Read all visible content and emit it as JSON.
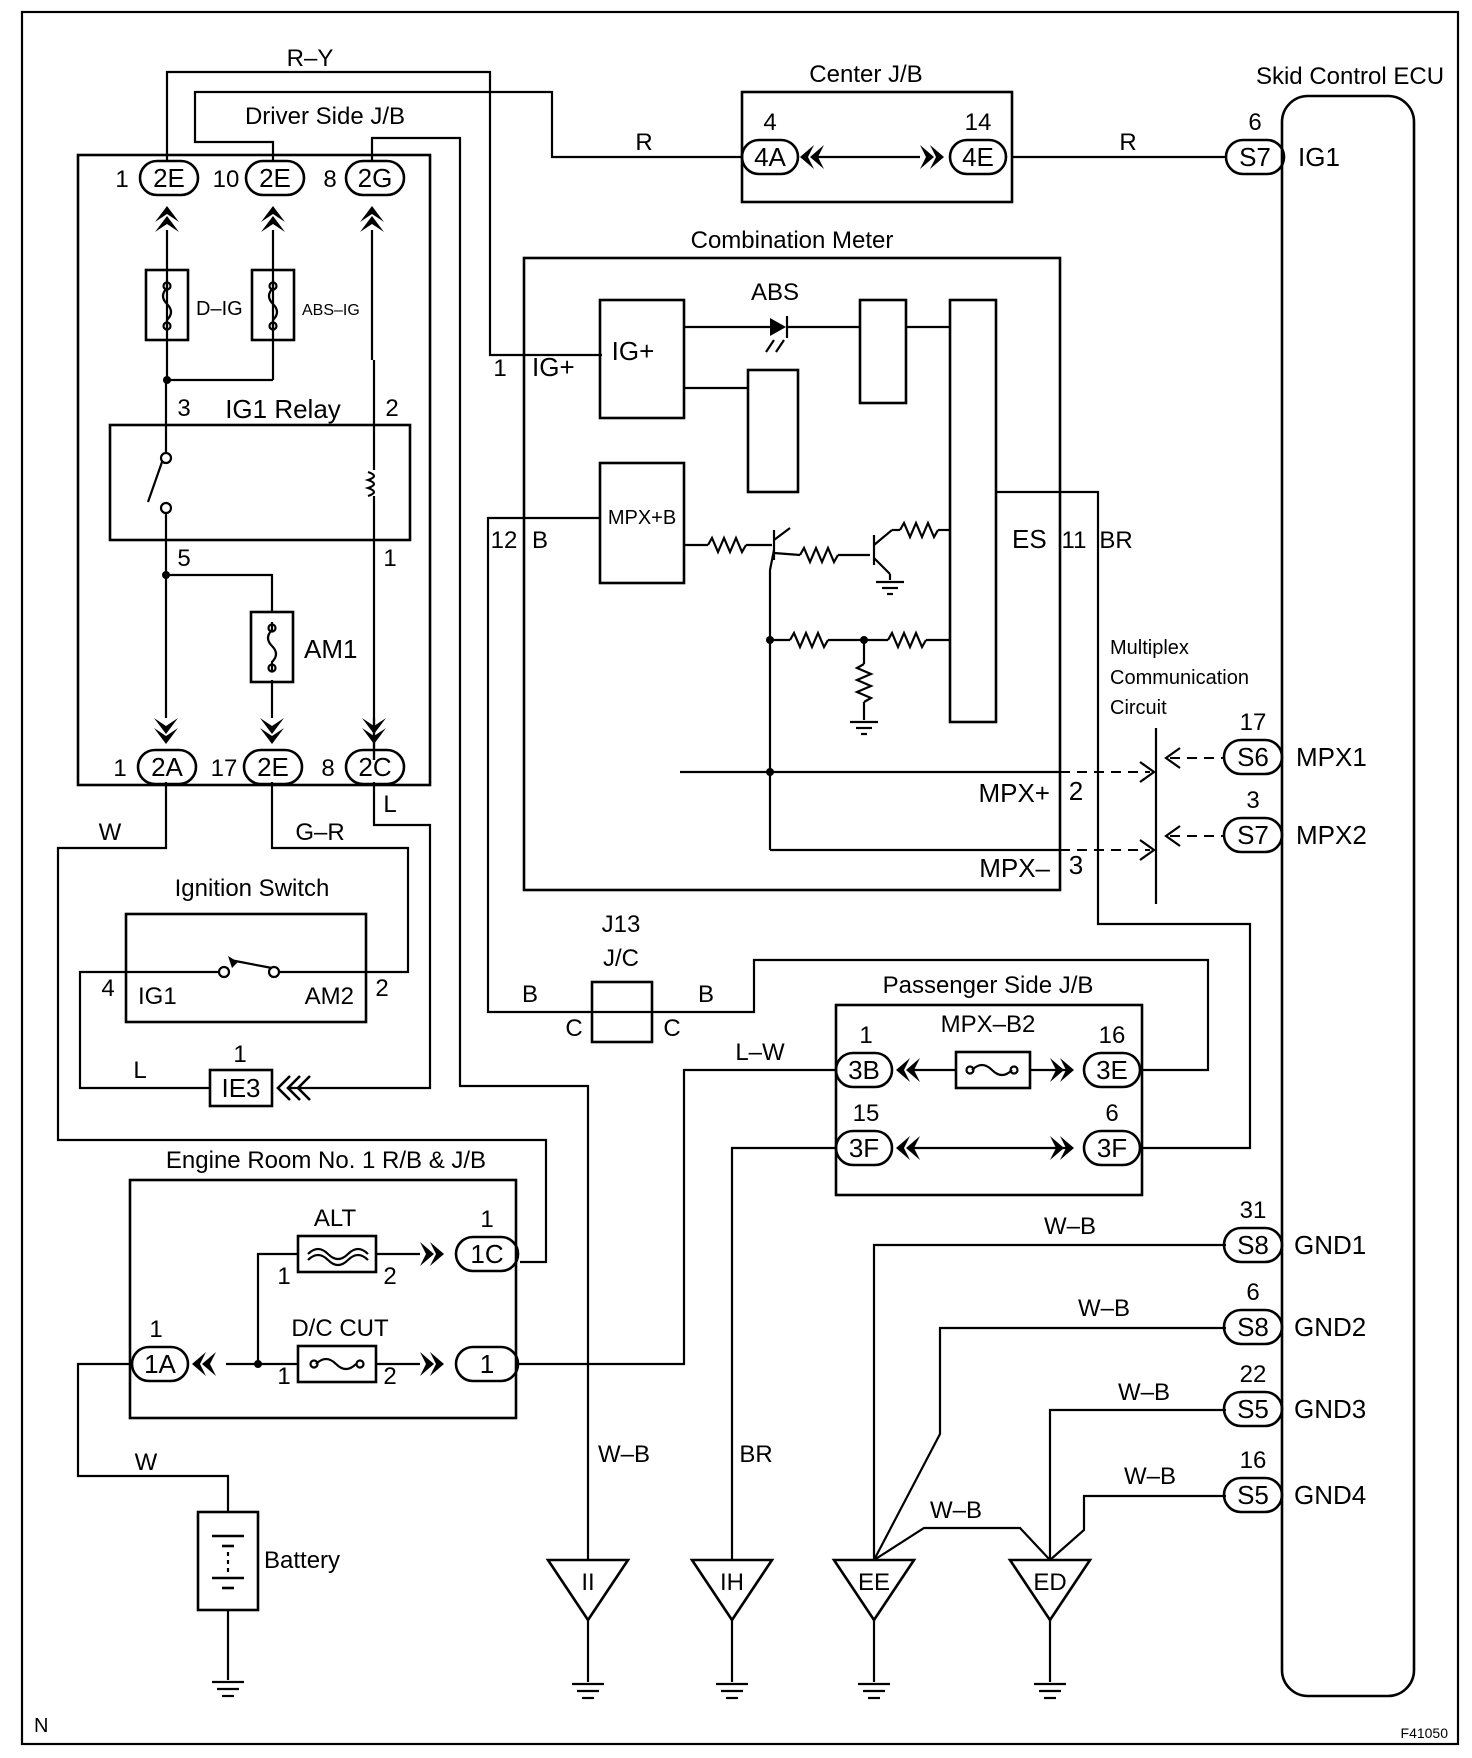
{
  "labels": {
    "center_jb": "Center J/B",
    "skid_ecu": "Skid Control ECU",
    "driver_jb": "Driver Side J/B",
    "combination_meter": "Combination Meter",
    "ig1_relay": "IG1 Relay",
    "ignition_switch": "Ignition Switch",
    "engine_room_rb": "Engine Room No. 1 R/B & J/B",
    "passenger_jb": "Passenger Side J/B",
    "multiplex_1": "Multiplex",
    "multiplex_2": "Communication",
    "multiplex_3": "Circuit",
    "jc_1": "J13",
    "jc_2": "J/C",
    "battery": "Battery",
    "fig_corner": "N",
    "fig_code": "F41050"
  },
  "fuses": {
    "d_ig": "D–IG",
    "abs_ig": "ABS–IG",
    "am1": "AM1",
    "alt": "ALT",
    "dc_cut": "D/C CUT",
    "mpx_b2": "MPX–B2"
  },
  "meter_blocks": {
    "ig_plus": "IG+",
    "mpx_b": "MPX+B",
    "abs_lamp": "ABS"
  },
  "connectors": {
    "c2e_1": "2E",
    "c2e_10": "2E",
    "c2g": "2G",
    "c2a": "2A",
    "c2e_17": "2E",
    "c2c": "2C",
    "c4a": "4A",
    "c4e": "4E",
    "cs7_ig1": "S7",
    "cs6": "S6",
    "cs7_mpx2": "S7",
    "cs8_gnd1": "S8",
    "cs8_gnd2": "S8",
    "cs5_gnd3": "S5",
    "cs5_gnd4": "S5",
    "c3b": "3B",
    "c3e": "3E",
    "c3f_15": "3F",
    "c3f_6": "3F",
    "c1c": "1C",
    "c1": "1",
    "c1a": "1A",
    "cie3": "IE3"
  },
  "pins": {
    "p2e_1": "1",
    "p2e_10": "10",
    "p2g_8": "8",
    "p2a_1": "1",
    "p2e_17": "17",
    "p2c_8": "8",
    "relay_3": "3",
    "relay_2": "2",
    "relay_5": "5",
    "relay_1": "1",
    "p4a": "4",
    "p4e": "14",
    "ps7_ig1": "6",
    "ps6": "17",
    "ps7_mpx2": "3",
    "ps8_gnd1": "31",
    "ps8_gnd2": "6",
    "ps5_gnd3": "22",
    "ps5_gnd4": "16",
    "meter_1": "1",
    "meter_12": "12",
    "meter_11": "11",
    "meter_2": "2",
    "meter_3": "3",
    "sw_4": "4",
    "sw_2": "2",
    "ie3_1": "1",
    "p3b": "1",
    "p3e": "16",
    "p3f_15": "15",
    "p3f_6": "6",
    "p1c": "1",
    "p1a": "1",
    "alt_1": "1",
    "alt_2": "2",
    "dc_1": "1",
    "dc_2": "2"
  },
  "terminals": {
    "ecu_ig1": "IG1",
    "mpx1": "MPX1",
    "mpx2": "MPX2",
    "gnd1": "GND1",
    "gnd2": "GND2",
    "gnd3": "GND3",
    "gnd4": "GND4",
    "meter_igp": "IG+",
    "meter_es": "ES",
    "meter_mpxp": "MPX+",
    "meter_mpxm": "MPX–",
    "sw_ig1": "IG1",
    "sw_am2": "AM2",
    "jc_c_left": "C",
    "jc_c_right": "C"
  },
  "wires": {
    "r_y": "R–Y",
    "r_left": "R",
    "r_right": "R",
    "b_meter": "B",
    "br_meter": "BR",
    "w_left": "W",
    "g_r": "G–R",
    "l_top": "L",
    "l_ie3": "L",
    "b_jc_left": "B",
    "b_jc_right": "B",
    "l_w": "L–W",
    "w_b_ground": "W–B",
    "br_ground": "BR",
    "wb_gnd1": "W–B",
    "wb_gnd2": "W–B",
    "wb_gnd3": "W–B",
    "wb_gnd4": "W–B",
    "wb_link": "W–B",
    "w_battery": "W"
  },
  "grounds": {
    "ii": "II",
    "ih": "IH",
    "ee": "EE",
    "ed": "ED"
  }
}
